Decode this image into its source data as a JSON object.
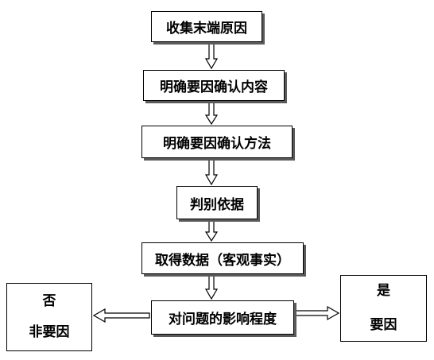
{
  "diagram": {
    "steps": {
      "s1": "收集末端原因",
      "s2": "明确要因确认内容",
      "s3": "明确要因确认方法",
      "s4": "判别依据",
      "s5": "取得数据（客观事实）",
      "s6": "对问题的影响程度"
    },
    "left_outcome": {
      "line1": "否",
      "line2": "非要因"
    },
    "right_outcome": {
      "line1": "是",
      "line2": "要因"
    },
    "colors": {
      "stroke": "#000000",
      "shadow": "#5a5a5a",
      "background": "#ffffff"
    }
  }
}
